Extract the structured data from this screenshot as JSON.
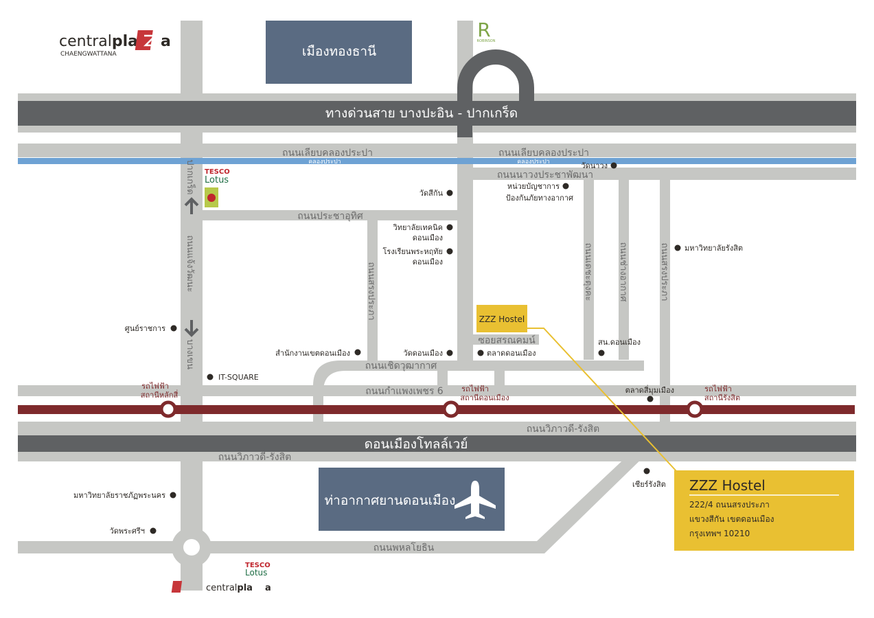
{
  "brands": {
    "central_top": {
      "word1": "central",
      "word2": "pla",
      "word3": "a",
      "sub": "CHAENGWATTANA"
    },
    "central_bottom": {
      "word1": "central",
      "word2": "pla",
      "word3": "a"
    },
    "robinson": {
      "letter": "R",
      "sub": "ROBINSON"
    },
    "tesco": {
      "line1": "TESCO",
      "line2": "Lotus"
    }
  },
  "areas": {
    "muang_thong": "เมืองทองธานี",
    "airport": "ท่าอากาศยานดอนเมือง"
  },
  "roads": {
    "expressway": "ทางด่วนสาย บางปะอิน - ปากเกร็ด",
    "liap_left": "ถนนเลียบคลองประปา",
    "liap_right": "ถนนเลียบคลองประปา",
    "canal_left": "คลองประปา",
    "canal_right": "คลองประปา",
    "nawang": "ถนนนาวงประชาพัฒนา",
    "pracha_uthit": "ถนนประชาอุทิศ",
    "pak_kret": "ปากเกร็ด",
    "chaengwattana": "ถนนแจ้งวัฒนะ",
    "bang_khen": "บางเขน",
    "songprapa": "ถนนสรงประภา",
    "soi_sornkhanom": "ซอยสรณคมน์",
    "choetwutthakat": "ถนนเชิดวุฒากาศ",
    "kamphaeng_phet": "ถนนกำแพงเพชร 6",
    "vibhavadi_right": "ถนนวิภาวดี-รังสิต",
    "vibhavadi_left": "ถนนวิภาวดี-รังสิต",
    "don_muang_tollway": "ดอนเมืองโทลล์เวย์",
    "phahonyothin": "ถนนพหลโยธิน",
    "rd_a": "ถนนเดชะตุงคะ",
    "rd_b": "ถนนช่างอากาศ",
    "rd_c": "ถนนสรงประภา"
  },
  "stations": {
    "lak_si": {
      "line1": "รถไฟฟ้า",
      "line2": "สถานีหลักสี่"
    },
    "don_muang": {
      "line1": "รถไฟฟ้า",
      "line2": "สถานีดอนเมือง"
    },
    "rangsit": {
      "line1": "รถไฟฟ้า",
      "line2": "สถานีรังสิต"
    }
  },
  "pois": {
    "wat_nawong": "วัดนาวง",
    "wat_si_kan": "วัดสีกัน",
    "disaster_unit_1": "หน่วยบัญชาการ",
    "disaster_unit_2": "ป้องกันภัยทางอากาศ",
    "tech_college_1": "วิทยาลัยเทคนิค",
    "tech_college_2": "ดอนเมือง",
    "school_1": "โรงเรียนพระหฤทัย",
    "school_2": "ดอนเมือง",
    "rangsit_univ": "มหาวิทยาลัยรังสิต",
    "govt_center": "ศูนย์ราชการ",
    "it_square": "IT-SQUARE",
    "district_office": "สำนักงานเขตดอนเมือง",
    "wat_don_muang": "วัดดอนเมือง",
    "don_muang_market": "ตลาดดอนเมือง",
    "police_station": "สน.ดอนเมือง",
    "si_mum_muang_market": "ตลาดสี่มุมเมือง",
    "chiang_rangsit": "เชียร์รังสิต",
    "rajabhat_univ": "มหาวิทยาลัยราชภัฏพระนคร",
    "wat_phra_si": "วัดพระศรีฯ"
  },
  "hostel_marker": "ZZZ Hostel",
  "hostel_card": {
    "title": "ZZZ Hostel",
    "line1": "222/4 ถนนสรงประภา",
    "line2": "แขวงสีกัน เขตดอนเมือง",
    "line3": "กรุงเทพฯ 10210"
  },
  "colors": {
    "road": "#c6c7c4",
    "expressway": "#5f6163",
    "area_box": "#5a6b82",
    "canal": "#6ea2d4",
    "rail": "#7e2a2c",
    "hostel": "#e9c032",
    "poi_dot": "#2e2a26",
    "brand_red": "#c7363a",
    "tesco_red": "#c0262d",
    "tesco_green": "#1f6e45",
    "robinson_green": "#7ea548"
  },
  "icons": {
    "pak_kret_arrow": "arrow-up-icon",
    "bang_khen_arrow": "arrow-down-icon",
    "airport_plane": "airplane-icon"
  }
}
